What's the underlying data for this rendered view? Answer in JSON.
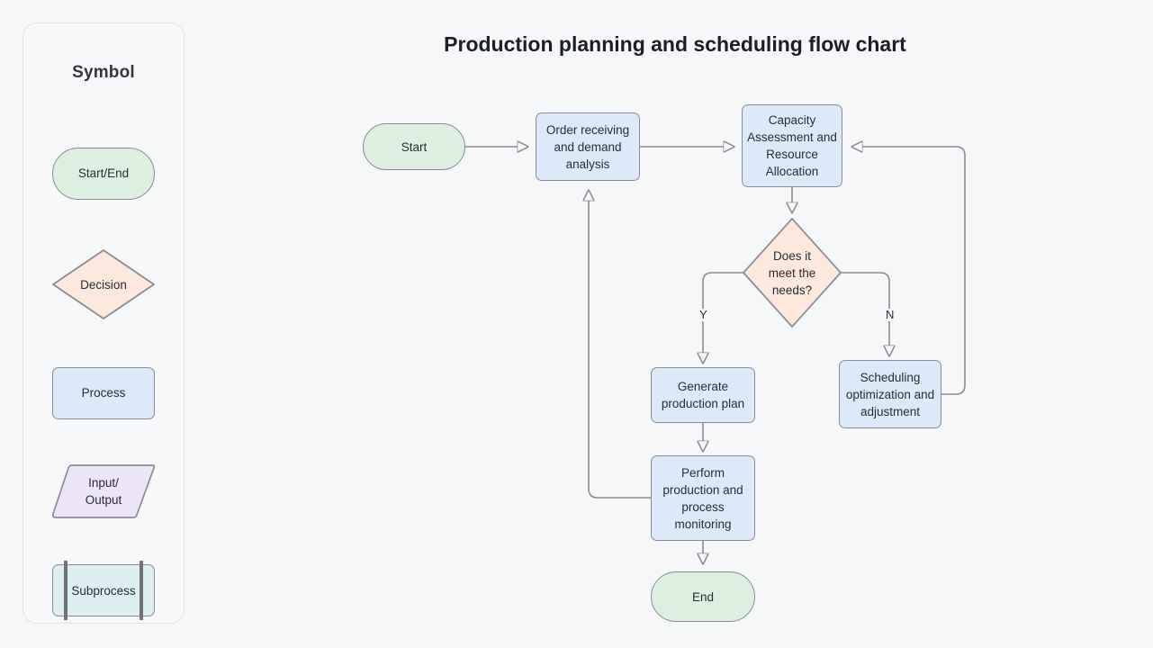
{
  "page": {
    "background_color": "#f6f7f9",
    "title": "Production planning and scheduling flow chart"
  },
  "legend": {
    "heading": "Symbol",
    "items": [
      {
        "label": "Start/End",
        "shape": "terminator",
        "fill": "#dcefe0",
        "stroke": "#8a8d92"
      },
      {
        "label": "Decision",
        "shape": "diamond",
        "fill": "#fce8dd",
        "stroke": "#8a8d92"
      },
      {
        "label": "Process",
        "shape": "rectangle",
        "fill": "#dce9f9",
        "stroke": "#8a8d92"
      },
      {
        "label": "Input/",
        "label2": "Output",
        "shape": "parallelogram",
        "fill": "#ece4f7",
        "stroke": "#8a8d92"
      },
      {
        "label": "Subprocess",
        "shape": "subprocess",
        "fill": "#ddeff0",
        "stroke": "#8a8d92"
      }
    ]
  },
  "chart_data": {
    "type": "flowchart",
    "title": "Production planning and scheduling flow chart",
    "nodes": [
      {
        "id": "start",
        "label": "Start",
        "shape": "terminator",
        "fill": "#dcefe0"
      },
      {
        "id": "order",
        "label": "Order receiving and demand analysis",
        "shape": "process",
        "fill": "#dce9f9"
      },
      {
        "id": "capacity",
        "label": "Capacity Assessment and Resource Allocation",
        "shape": "process",
        "fill": "#dce9f9"
      },
      {
        "id": "decision",
        "label": "Does it meet the needs?",
        "shape": "decision",
        "fill": "#fce8dd"
      },
      {
        "id": "generate",
        "label": "Generate production plan",
        "shape": "process",
        "fill": "#dce9f9"
      },
      {
        "id": "scheduling",
        "label": "Scheduling optimization and adjustment",
        "shape": "process",
        "fill": "#dce9f9"
      },
      {
        "id": "perform",
        "label": "Perform production and process monitoring",
        "shape": "process",
        "fill": "#dce9f9"
      },
      {
        "id": "end",
        "label": "End",
        "shape": "terminator",
        "fill": "#dcefe0"
      }
    ],
    "edges": [
      {
        "from": "start",
        "to": "order",
        "label": ""
      },
      {
        "from": "order",
        "to": "capacity",
        "label": ""
      },
      {
        "from": "capacity",
        "to": "decision",
        "label": ""
      },
      {
        "from": "decision",
        "to": "generate",
        "label": "Y"
      },
      {
        "from": "decision",
        "to": "scheduling",
        "label": "N"
      },
      {
        "from": "scheduling",
        "to": "capacity",
        "label": ""
      },
      {
        "from": "generate",
        "to": "perform",
        "label": ""
      },
      {
        "from": "perform",
        "to": "order",
        "label": ""
      },
      {
        "from": "perform",
        "to": "end",
        "label": ""
      }
    ],
    "edge_labels": {
      "yes": "Y",
      "no": "N"
    },
    "connector_color": "#8a8d92"
  },
  "nodes_text": {
    "start": "Start",
    "order_l1": "Order receiving",
    "order_l2": "and demand",
    "order_l3": "analysis",
    "capacity_l1": "Capacity",
    "capacity_l2": "Assessment and",
    "capacity_l3": "Resource",
    "capacity_l4": "Allocation",
    "decision_l1": "Does it",
    "decision_l2": "meet the",
    "decision_l3": "needs?",
    "generate_l1": "Generate",
    "generate_l2": "production plan",
    "scheduling_l1": "Scheduling",
    "scheduling_l2": "optimization and",
    "scheduling_l3": "adjustment",
    "perform_l1": "Perform",
    "perform_l2": "production and",
    "perform_l3": "process",
    "perform_l4": "monitoring",
    "end": "End"
  }
}
